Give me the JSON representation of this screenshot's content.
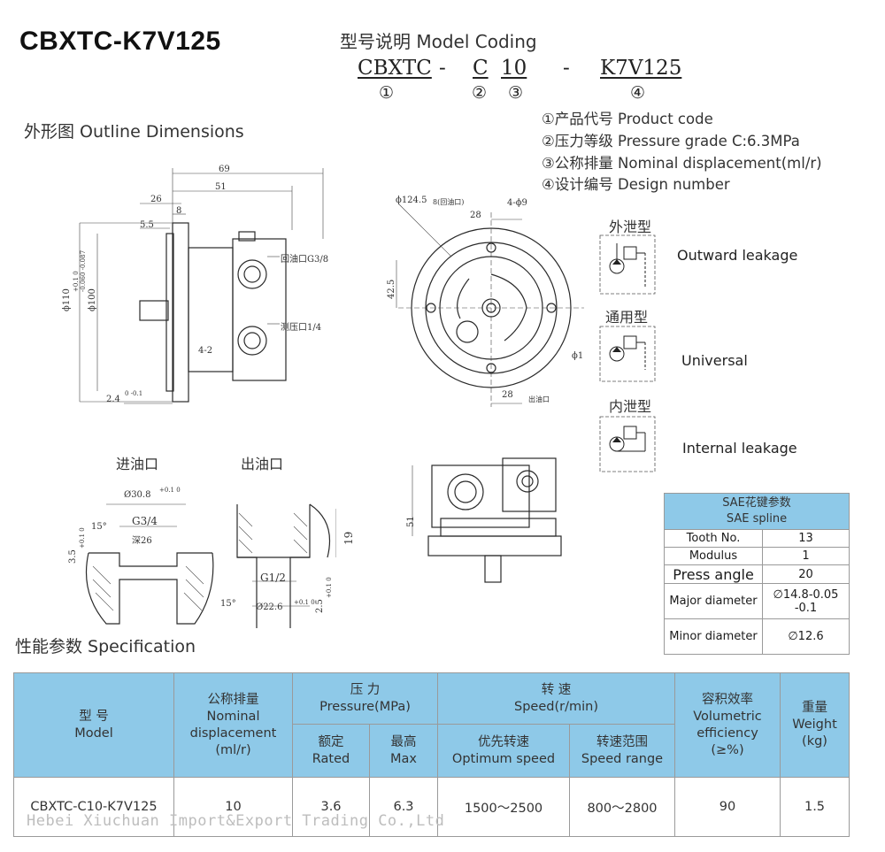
{
  "header": {
    "model": "CBXTC-K7V125",
    "coding_title": "型号说明 Model Coding"
  },
  "coding": {
    "parts": [
      "CBXTC",
      "C",
      "10",
      "K7V125"
    ],
    "separators": [
      "-",
      "-"
    ],
    "numbers": [
      "①",
      "②",
      "③",
      "④"
    ]
  },
  "legend": [
    "①产品代号 Product code",
    "②压力等级 Pressure grade C:6.3MPa",
    "③公称排量 Nominal displacement(ml/r)",
    "④设计编号 Design number"
  ],
  "outline": {
    "title": "外形图 Outline Dimensions",
    "dims": {
      "d69": "69",
      "d51": "51",
      "d26": "26",
      "d8": "8",
      "d5_5": "5.5",
      "dia110": "ϕ110",
      "tol110": "+0.1 0",
      "dia100": "ϕ100",
      "tol100": "-0.060 -0.087",
      "d4_2": "4-2",
      "d2_4": "2.4",
      "tol2_4": "0 -0.1",
      "port_return": "回油口G3/8",
      "port_test": "测压口1/4",
      "dia124": "ϕ124.5",
      "d8_return": "8(回油口)",
      "d28_top": "28",
      "holes": "4-ϕ9",
      "d42_5": "42.5",
      "dia1": "ϕ1",
      "d28_bottom": "28",
      "port_outlet": "出油口",
      "d51_side": "51"
    }
  },
  "inlet": {
    "title": "进油口",
    "dia": "Ø30.8",
    "tol_dia": "+0.1 0",
    "thread": "G3/4",
    "depth": "深26",
    "angle": "15°",
    "d3_5": "3.5",
    "tol3_5": "+0.1 0"
  },
  "outlet": {
    "title": "出油口",
    "thread": "G1/2",
    "d19": "19",
    "angle": "15°",
    "dia": "Ø22.6",
    "tol_dia": "+0.1 0",
    "d2_5": "2.5",
    "tol2_5": "+0.1 0"
  },
  "types": [
    {
      "cn": "外泄型",
      "en": "Outward leakage"
    },
    {
      "cn": "通用型",
      "en": "Universal"
    },
    {
      "cn": "内泄型",
      "en": "Internal leakage"
    }
  ],
  "sae": {
    "title_cn": "SAE花键参数",
    "title_en": "SAE spline",
    "rows": [
      {
        "label": "Tooth No.",
        "value": "13"
      },
      {
        "label": "Modulus",
        "value": "1"
      },
      {
        "label": "Press angle",
        "value": "20"
      },
      {
        "label": "Major diameter",
        "value": "∅14.8-0.05",
        "value2": "-0.1"
      },
      {
        "label": "Minor diameter",
        "value": "∅12.6"
      }
    ]
  },
  "spec": {
    "title": "性能参数 Specification",
    "headers": {
      "model": "型 号",
      "model_en": "Model",
      "disp": "公称排量",
      "disp_en": "Nominal",
      "disp_en2": "displacement",
      "disp_unit": "(ml/r)",
      "pressure": "压 力",
      "pressure_en": "Pressure(MPa)",
      "rated": "额定",
      "rated_en": "Rated",
      "max": "最高",
      "max_en": "Max",
      "speed": "转 速",
      "speed_en": "Speed(r/min)",
      "opt": "优先转速",
      "opt_en": "Optimum speed",
      "range": "转速范围",
      "range_en": "Speed range",
      "eff": "容积效率",
      "eff_en": "Volumetric",
      "eff_en2": "efficiency",
      "eff_unit": "(≥%)",
      "weight": "重量",
      "weight_en": "Weight",
      "weight_unit": "(kg)"
    },
    "row": {
      "model": "CBXTC-C10-K7V125",
      "disp": "10",
      "rated": "3.6",
      "max": "6.3",
      "opt": "1500～2500",
      "range": "800～2800",
      "eff": "90",
      "weight": "1.5"
    }
  },
  "watermark": "Hebei Xiuchuan Import&Export Trading Co.,Ltd"
}
